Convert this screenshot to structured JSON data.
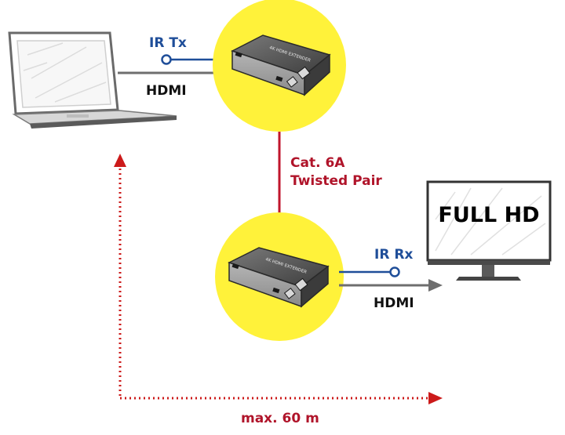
{
  "transmitter": {
    "ir_label": "IR Tx",
    "hdmi_label": "HDMI",
    "device_print": "4K HDMI EXTENDER"
  },
  "cable": {
    "line1": "Cat. 6A",
    "line2": "Twisted Pair"
  },
  "receiver": {
    "ir_label": "IR Rx",
    "hdmi_label": "HDMI",
    "device_print": "4K HDMI EXTENDER"
  },
  "monitor": {
    "screen_text": "FULL HD"
  },
  "distance": {
    "label": "max. 60 m"
  },
  "colors": {
    "highlight": "#fff23a",
    "ir_blue": "#1f4e99",
    "cable_red": "#c0162c",
    "distance_red": "#cc1a1a",
    "hdmi_gray": "#6e6e6e"
  }
}
